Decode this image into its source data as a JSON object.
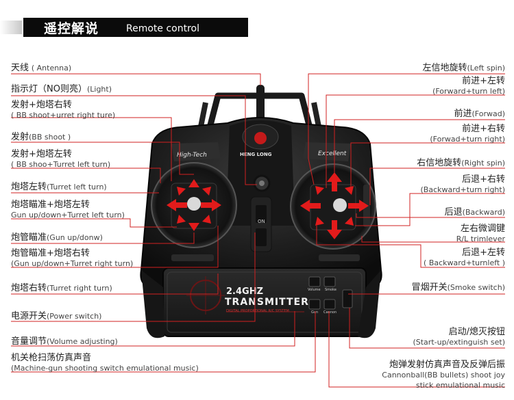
{
  "header": {
    "title_cn": "遥控解说",
    "title_en": "Remote control"
  },
  "transmitter": {
    "brand": "HENG LONG",
    "left_face": "High-Tech",
    "right_face": "Excellent",
    "panel_title1": "2.4GHZ",
    "panel_title2": "TRANSMITTER",
    "panel_sub": "DIGITAL PROPORTIONAL R/C SYSTEM",
    "btn_volume": "Volume",
    "btn_smoke": "Smoke",
    "btn_gun": "Gun",
    "btn_cannon": "Cannon",
    "switch_on": "ON"
  },
  "left_labels": [
    {
      "cn": "天线",
      "en": "( Antenna)"
    },
    {
      "cn": "指示灯（NO则亮）",
      "en": "(Light)"
    },
    {
      "cn": "发射+炮塔右转",
      "en": "( BB shoot+urret right ture)"
    },
    {
      "cn": "发射",
      "en": "(BB shoot )"
    },
    {
      "cn": "发射+炮塔左转",
      "en": "( BB shoo+Turret left turn)"
    },
    {
      "cn": "炮塔左转",
      "en": "(Turret left turn)"
    },
    {
      "cn": "炮塔瞄准+炮塔左转",
      "en": "Gun up/down+Turret left turn)"
    },
    {
      "cn": "炮管瞄准",
      "en": "(Gun up/donw)"
    },
    {
      "cn": "炮管瞄准+炮塔右转",
      "en": "(Gun up/down+Turret right turn)"
    },
    {
      "cn": "炮塔右转",
      "en": "(Turret right turn)"
    },
    {
      "cn": "电源开关",
      "en": "(Power switch)"
    },
    {
      "cn": "音量调节",
      "en": "(Volume adjusting)"
    },
    {
      "cn": "机关枪扫荡仿真声音",
      "en": "(Machine-gun shooting switch emulational music)"
    }
  ],
  "right_labels": [
    {
      "cn": "左信地旋转",
      "en": "(Left spin)"
    },
    {
      "cn": "前进+左转",
      "en": "(Forward+turn left)"
    },
    {
      "cn": "前进",
      "en": "(Forwad)"
    },
    {
      "cn": "前进+右转",
      "en": "(Forwad+turn right)"
    },
    {
      "cn": "右信地旋转",
      "en": "(Right spin)"
    },
    {
      "cn": "后退+右转",
      "en": "(Backward+turn right)"
    },
    {
      "cn": "后退",
      "en": "(Backward)"
    },
    {
      "cn": "左右微调键",
      "en": "R/L trimlever"
    },
    {
      "cn": "后退+左转",
      "en": "( Backward+turnleft )"
    },
    {
      "cn": "冒烟开关",
      "en": "(Smoke switch)"
    },
    {
      "cn": "启动/熄灭按钮",
      "en": "(Start-up/extinguish set)"
    },
    {
      "cn": "炮弹发射仿真声音及反弹后振",
      "en": "Cannonball(BB bullets) shoot joy"
    },
    {
      "cn": "",
      "en": "stick emulational music"
    }
  ],
  "colors": {
    "line": "#d22020",
    "arrow": "#e21b1b",
    "body": "#1c1c1c",
    "header": "#0b0b0b"
  }
}
